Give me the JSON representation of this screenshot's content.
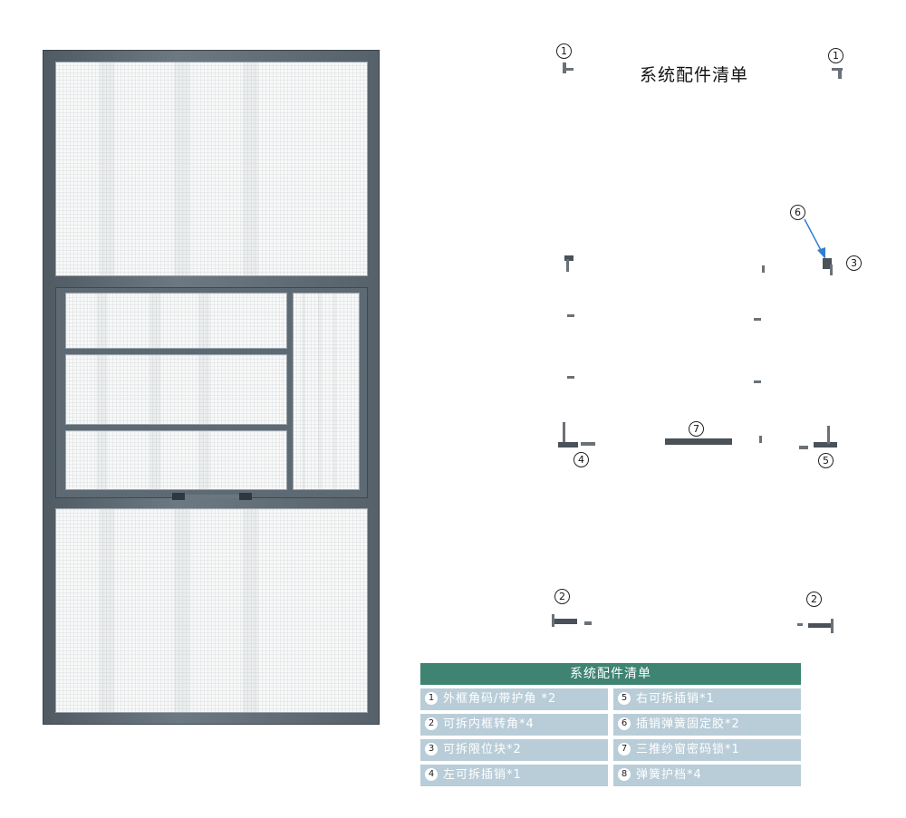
{
  "diagram_title": "系统配件清单",
  "callouts": {
    "c1a": "1",
    "c1b": "1",
    "c6": "6",
    "c3": "3",
    "c7": "7",
    "c4": "4",
    "c5": "5",
    "c2a": "2",
    "c2b": "2"
  },
  "parts_table": {
    "header": "系统配件清单",
    "items": [
      {
        "num": "1",
        "text": "外框角码/带护角 *2"
      },
      {
        "num": "5",
        "text": "右可拆插销*1"
      },
      {
        "num": "2",
        "text": "可拆内框转角*4"
      },
      {
        "num": "6",
        "text": "插销弹簧固定胶*2"
      },
      {
        "num": "3",
        "text": "可拆限位块*2"
      },
      {
        "num": "7",
        "text": "三推纱窗密码锁*1"
      },
      {
        "num": "4",
        "text": "左可拆插销*1"
      },
      {
        "num": "8",
        "text": "弹簧护档*4"
      }
    ]
  },
  "colors": {
    "table_header": "#3f8473",
    "table_cell": "#b9cdd8",
    "frame": "#5e6a73",
    "arrow": "#2f7fd0"
  }
}
